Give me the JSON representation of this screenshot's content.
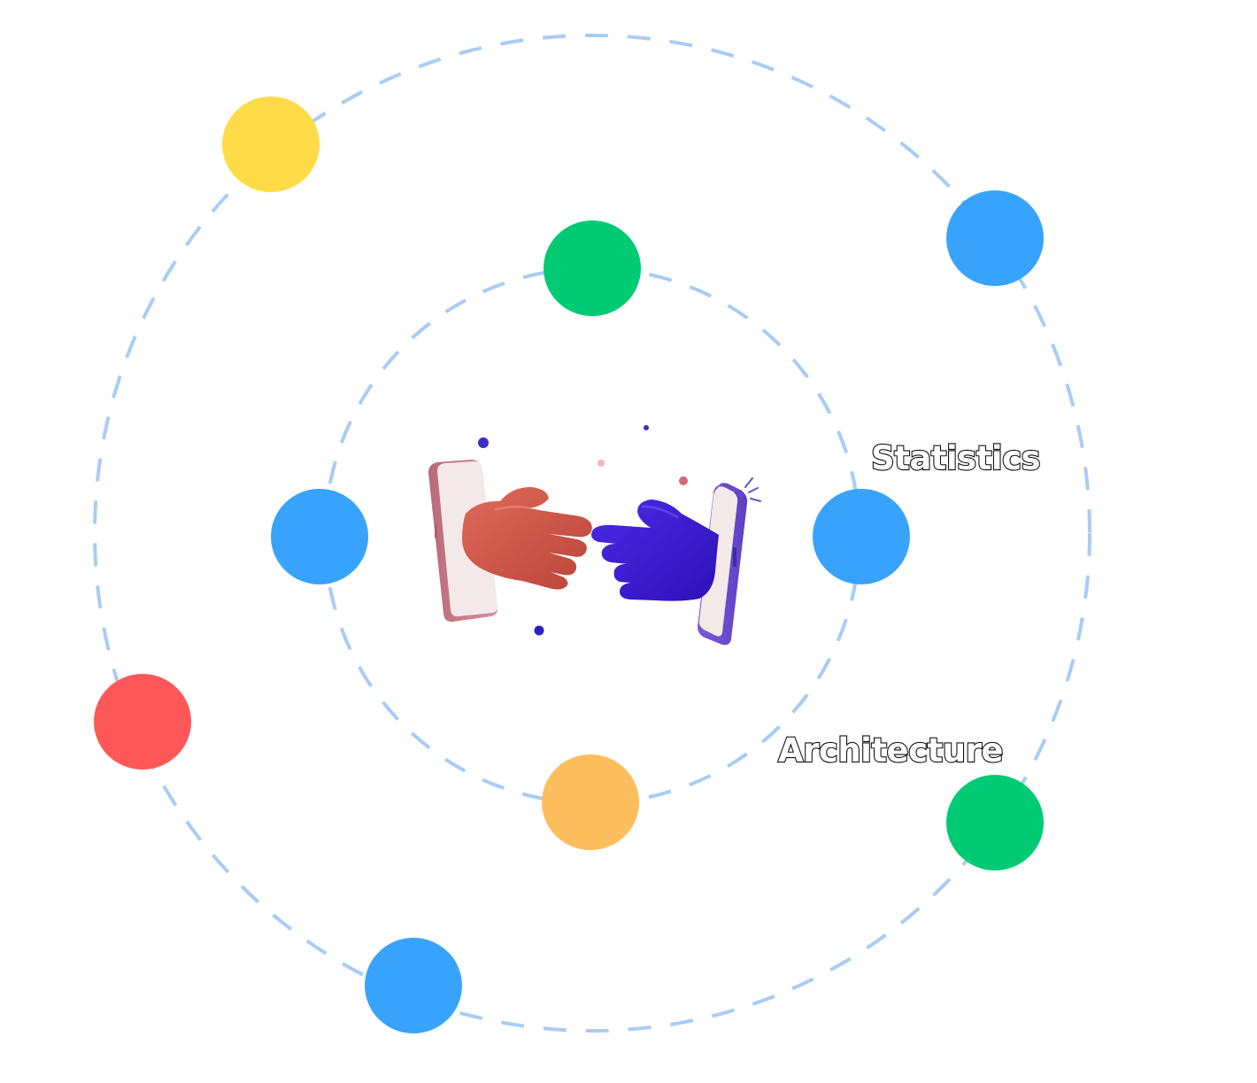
{
  "labels": {
    "statistics": "Statistics",
    "architecture": "Architecture"
  },
  "colors": {
    "orbit_dash": "#A9CCF5",
    "yellow": "#FFDB48",
    "blue": "#38A3FC",
    "green": "#00CB74",
    "red": "#FE5858",
    "orange": "#FFBE5D",
    "red_hand": "#D1584A",
    "blue_hand": "#3A1CD3",
    "phone_body": "#F3E9E9"
  },
  "orbits": [
    {
      "id": "outer-orbit"
    },
    {
      "id": "inner-orbit"
    }
  ],
  "nodes": [
    {
      "id": "outer-node-top-left",
      "color": "yellow"
    },
    {
      "id": "outer-node-top-right",
      "color": "blue"
    },
    {
      "id": "outer-node-left",
      "color": "red"
    },
    {
      "id": "outer-node-bottom-left",
      "color": "blue"
    },
    {
      "id": "outer-node-bottom-right",
      "color": "green"
    },
    {
      "id": "inner-node-top",
      "color": "green"
    },
    {
      "id": "inner-node-left",
      "color": "blue"
    },
    {
      "id": "inner-node-right",
      "color": "blue"
    },
    {
      "id": "inner-node-bottom",
      "color": "orange"
    }
  ],
  "center_illustration": {
    "icon": "handshake-phones-icon"
  }
}
